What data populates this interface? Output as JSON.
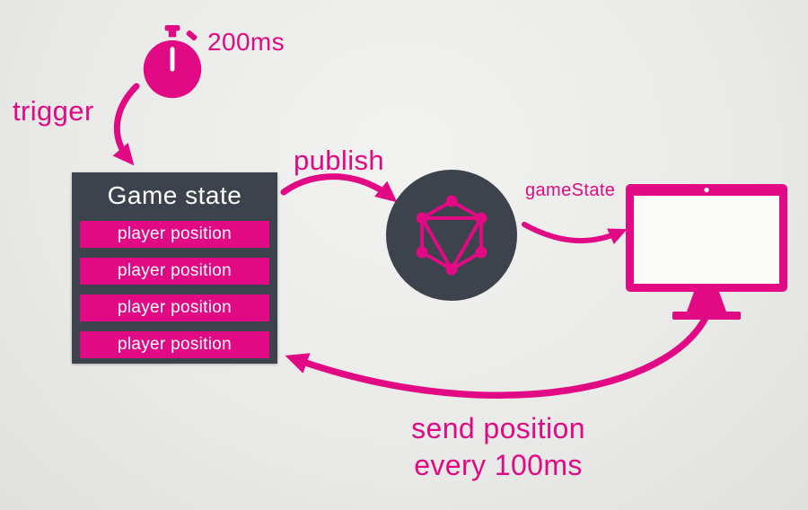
{
  "colors": {
    "accent": "#e20a84",
    "dark": "#3d434d",
    "white": "#ffffff",
    "background": "#eaeae8"
  },
  "timer": {
    "icon": "stopwatch-icon",
    "label": "200ms"
  },
  "labels": {
    "trigger": "trigger",
    "publish": "publish",
    "gamestate": "gameState",
    "return_line1": "send position",
    "return_line2": "every 100ms"
  },
  "game_state_box": {
    "title": "Game state",
    "rows": [
      {
        "label": "player position"
      },
      {
        "label": "player position"
      },
      {
        "label": "player position"
      },
      {
        "label": "player position"
      }
    ]
  },
  "icons": {
    "stopwatch": "stopwatch-icon",
    "graphql": "graphql-icon",
    "monitor": "monitor-icon"
  }
}
